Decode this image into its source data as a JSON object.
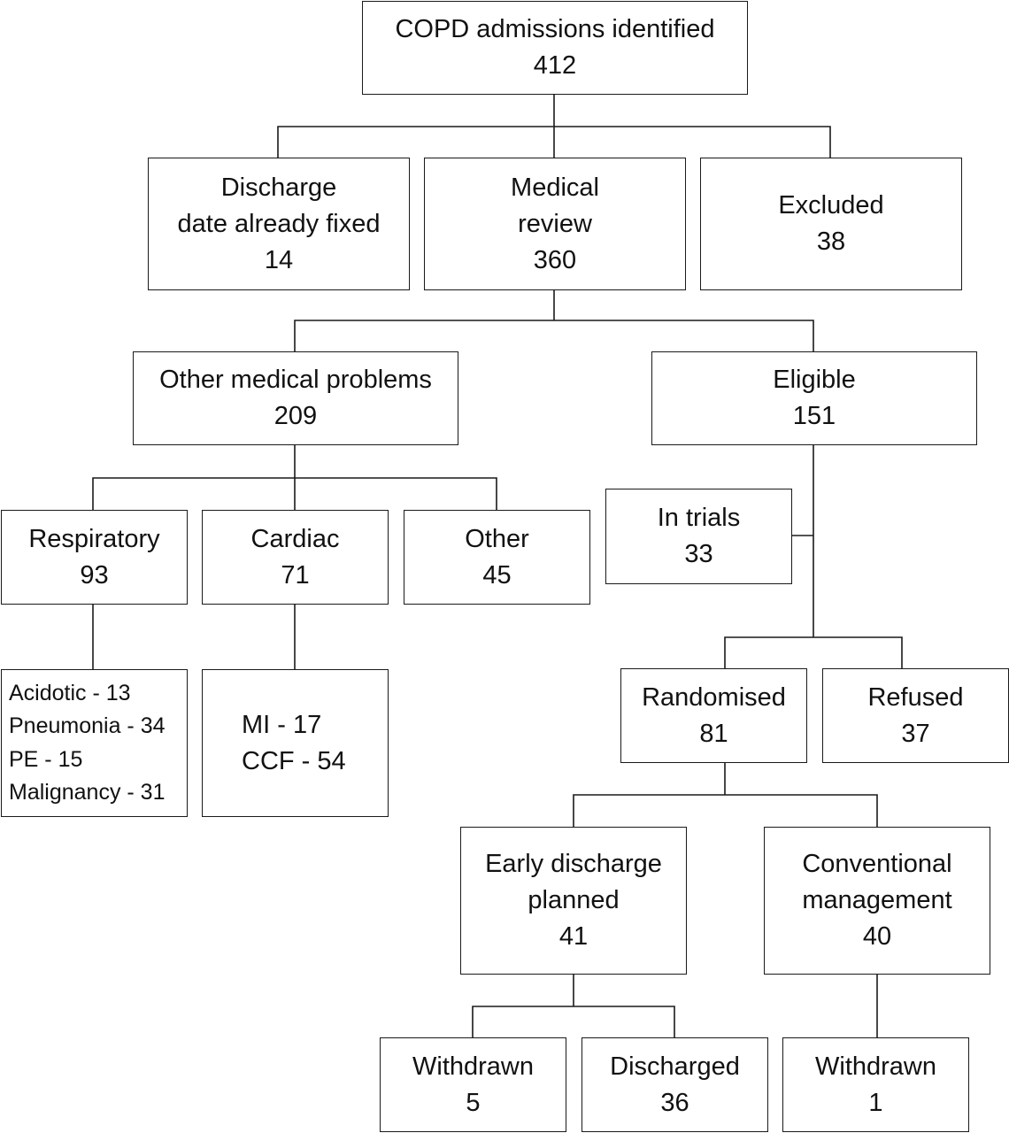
{
  "diagram": {
    "nodes": {
      "copd": {
        "lines": [
          "COPD admissions identified",
          "412"
        ]
      },
      "discharge_fixed": {
        "lines": [
          "Discharge",
          "date already fixed",
          "14"
        ]
      },
      "medical_review": {
        "lines": [
          "Medical",
          "review",
          "360"
        ]
      },
      "excluded": {
        "lines": [
          "Excluded",
          "38"
        ]
      },
      "other_medical": {
        "lines": [
          "Other medical problems",
          "209"
        ]
      },
      "eligible": {
        "lines": [
          "Eligible",
          "151"
        ]
      },
      "respiratory": {
        "lines": [
          "Respiratory",
          "93"
        ]
      },
      "cardiac": {
        "lines": [
          "Cardiac",
          "71"
        ]
      },
      "other": {
        "lines": [
          "Other",
          "45"
        ]
      },
      "in_trials": {
        "lines": [
          "In trials",
          "33"
        ]
      },
      "resp_detail": {
        "lines": [
          "Acidotic - 13",
          "Pneumonia - 34",
          "PE - 15",
          "Malignancy - 31"
        ]
      },
      "cardiac_detail": {
        "lines": [
          "MI - 17",
          "CCF - 54"
        ]
      },
      "randomised": {
        "lines": [
          "Randomised",
          "81"
        ]
      },
      "refused": {
        "lines": [
          "Refused",
          "37"
        ]
      },
      "early_discharge": {
        "lines": [
          "Early discharge",
          "planned",
          "41"
        ]
      },
      "conventional": {
        "lines": [
          "Conventional",
          "management",
          "40"
        ]
      },
      "withdrawn_early": {
        "lines": [
          "Withdrawn",
          "5"
        ]
      },
      "discharged": {
        "lines": [
          "Discharged",
          "36"
        ]
      },
      "withdrawn_conv": {
        "lines": [
          "Withdrawn",
          "1"
        ]
      }
    }
  }
}
